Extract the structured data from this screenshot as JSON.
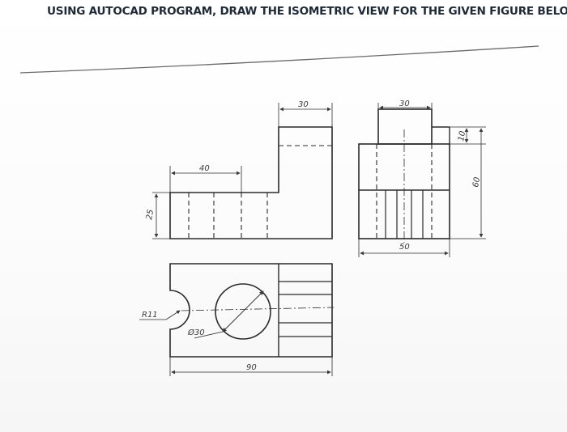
{
  "heading": "USING AUTOCAD PROGRAM, DRAW THE ISOMETRIC VIEW FOR THE GIVEN FIGURE BELOW",
  "front_view": {
    "width_label": "40",
    "top_label": "30",
    "height_label": "25"
  },
  "side_view": {
    "top_label": "30",
    "step_label": "10",
    "height_label": "60",
    "width_label": "50"
  },
  "top_view": {
    "radius_label": "R11",
    "hole_label": "Ø30",
    "length_label": "90"
  },
  "colors": {
    "ink": "#2b2b2b",
    "title": "#1f2a36"
  }
}
